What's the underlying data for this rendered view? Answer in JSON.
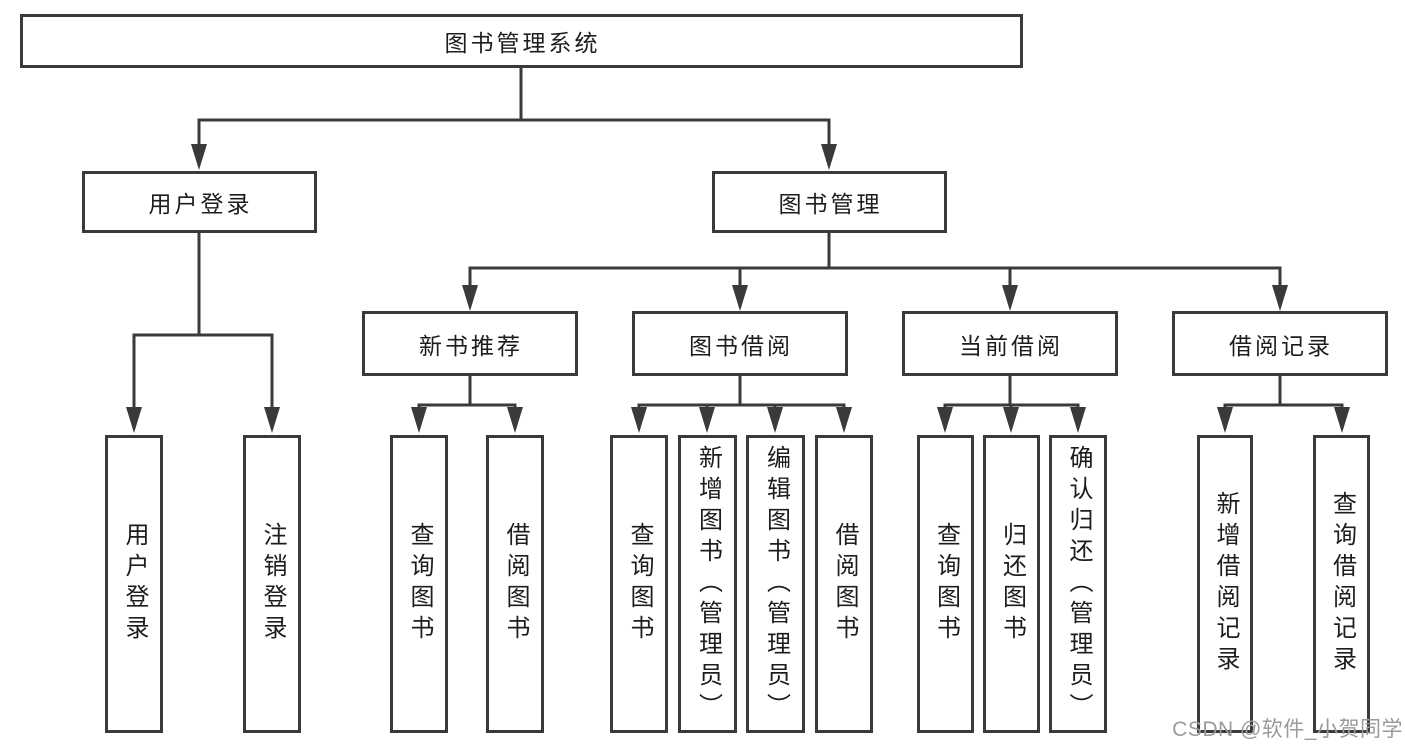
{
  "tree": {
    "root": "图书管理系统",
    "children": [
      {
        "label": "用户登录",
        "children": [
          "用户登录",
          "注销登录"
        ]
      },
      {
        "label": "图书管理",
        "children": [
          {
            "label": "新书推荐",
            "children": [
              "查询图书",
              "借阅图书"
            ]
          },
          {
            "label": "图书借阅",
            "children": [
              "查询图书",
              "新增图书（管理员）",
              "编辑图书（管理员）",
              "借阅图书"
            ]
          },
          {
            "label": "当前借阅",
            "children": [
              "查询图书",
              "归还图书",
              "确认归还（管理员）"
            ]
          },
          {
            "label": "借阅记录",
            "children": [
              "新增借阅记录",
              "查询借阅记录"
            ]
          }
        ]
      }
    ]
  },
  "watermark": "CSDN @软件_小贺同学",
  "colors": {
    "line": "#3a3a3a",
    "box_border": "#3a3a3a",
    "box_fill": "#ffffff",
    "text": "#1d1d1d",
    "watermark": "#9a9a9a",
    "background": "#ffffff"
  }
}
